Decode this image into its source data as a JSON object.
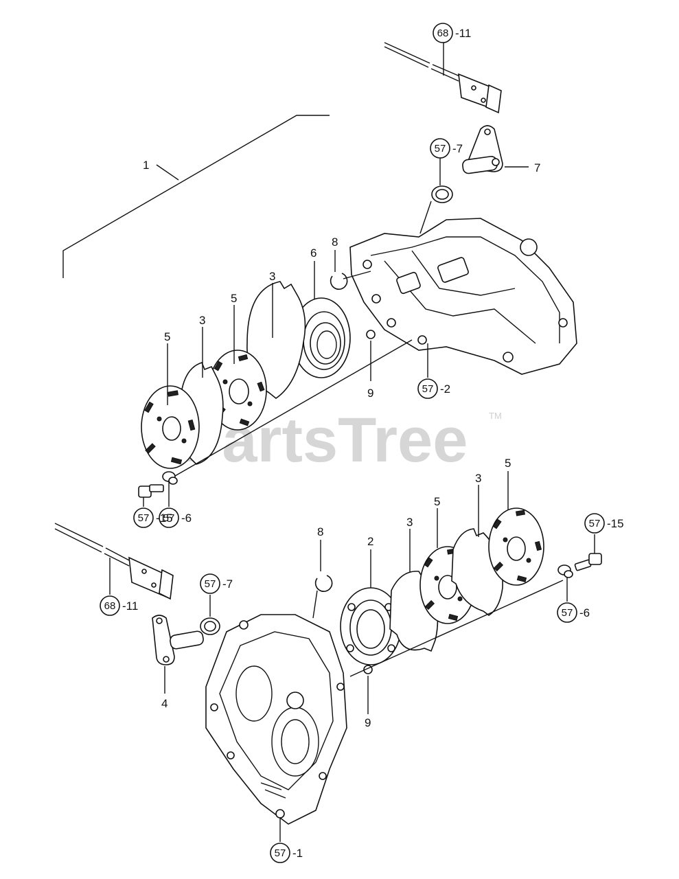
{
  "watermark": {
    "text": "PartsTree",
    "tm": "TM"
  },
  "labels": {
    "c68_11_top": {
      "num": "68",
      "suffix": "-11"
    },
    "c57_7_top": {
      "num": "57",
      "suffix": "-7"
    },
    "c57_2": {
      "num": "57",
      "suffix": "-2"
    },
    "c57_6_left": {
      "num": "57",
      "suffix": "-6"
    },
    "c57_15_left": {
      "num": "57",
      "suffix": "-15"
    },
    "c68_11_bottom": {
      "num": "68",
      "suffix": "-11"
    },
    "c57_7_bottom": {
      "num": "57",
      "suffix": "-7"
    },
    "c57_15_right": {
      "num": "57",
      "suffix": "-15"
    },
    "c57_6_right": {
      "num": "57",
      "suffix": "-6"
    },
    "c57_1": {
      "num": "57",
      "suffix": "-1"
    },
    "p1": "1",
    "p7": "7",
    "p8_top": "8",
    "p6": "6",
    "p3_top_a": "3",
    "p5_top_a": "5",
    "p3_top_b": "3",
    "p5_top_b": "5",
    "p9_top": "9",
    "p5_bot_a": "5",
    "p3_bot_a": "3",
    "p5_bot_b": "5",
    "p3_bot_b": "3",
    "p8_bot": "8",
    "p2": "2",
    "p4": "4",
    "p9_bot": "9"
  }
}
